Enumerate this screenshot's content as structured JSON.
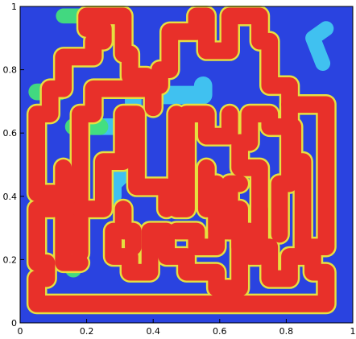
{
  "chart_data": {
    "type": "heatmap",
    "title": "",
    "xlabel": "",
    "ylabel": "",
    "xlim": [
      0,
      1
    ],
    "ylim": [
      0,
      1
    ],
    "x_ticks": [
      {
        "value": 0,
        "label": "0"
      },
      {
        "value": 0.2,
        "label": "0.2"
      },
      {
        "value": 0.4,
        "label": "0.4"
      },
      {
        "value": 0.6,
        "label": "0.6"
      },
      {
        "value": 0.8,
        "label": "0.8"
      },
      {
        "value": 1,
        "label": "1"
      }
    ],
    "y_ticks": [
      {
        "value": 0,
        "label": "0"
      },
      {
        "value": 0.2,
        "label": "0.2"
      },
      {
        "value": 0.4,
        "label": "0.4"
      },
      {
        "value": 0.6,
        "label": "0.6"
      },
      {
        "value": 0.8,
        "label": "0.8"
      },
      {
        "value": 1,
        "label": "1"
      }
    ],
    "grid": false,
    "legend": "none",
    "colormap": {
      "background": "#2a43e0",
      "low": "#3b6ff0",
      "mid_low": "#41c8f0",
      "mid": "#43e07a",
      "mid_high": "#e6e040",
      "high": "#e8302a"
    },
    "high_channel": {
      "value": 1.0,
      "color": "#e8302a",
      "width": 0.05,
      "path": [
        [
          0.05,
          0.06
        ],
        [
          0.05,
          0.14
        ],
        [
          0.08,
          0.14
        ],
        [
          0.08,
          0.19
        ],
        [
          0.05,
          0.19
        ],
        [
          0.05,
          0.36
        ],
        [
          0.1,
          0.36
        ],
        [
          0.1,
          0.41
        ],
        [
          0.05,
          0.41
        ],
        [
          0.05,
          0.66
        ],
        [
          0.09,
          0.66
        ],
        [
          0.09,
          0.74
        ],
        [
          0.13,
          0.74
        ],
        [
          0.13,
          0.84
        ],
        [
          0.22,
          0.84
        ],
        [
          0.22,
          0.89
        ],
        [
          0.25,
          0.89
        ],
        [
          0.25,
          0.93
        ],
        [
          0.2,
          0.93
        ],
        [
          0.2,
          0.97
        ],
        [
          0.31,
          0.97
        ],
        [
          0.31,
          0.85
        ],
        [
          0.33,
          0.85
        ],
        [
          0.33,
          0.78
        ],
        [
          0.38,
          0.78
        ],
        [
          0.38,
          0.75
        ],
        [
          0.42,
          0.75
        ],
        [
          0.42,
          0.8
        ],
        [
          0.45,
          0.8
        ],
        [
          0.45,
          0.92
        ],
        [
          0.53,
          0.92
        ],
        [
          0.53,
          0.97
        ],
        [
          0.56,
          0.97
        ],
        [
          0.56,
          0.86
        ],
        [
          0.63,
          0.86
        ],
        [
          0.63,
          0.97
        ],
        [
          0.72,
          0.97
        ],
        [
          0.72,
          0.89
        ],
        [
          0.75,
          0.89
        ],
        [
          0.75,
          0.75
        ],
        [
          0.81,
          0.75
        ],
        [
          0.81,
          0.69
        ],
        [
          0.92,
          0.69
        ],
        [
          0.92,
          0.24
        ],
        [
          0.85,
          0.24
        ],
        [
          0.85,
          0.51
        ],
        [
          0.82,
          0.51
        ],
        [
          0.82,
          0.62
        ],
        [
          0.75,
          0.62
        ],
        [
          0.75,
          0.66
        ],
        [
          0.69,
          0.66
        ],
        [
          0.69,
          0.57
        ],
        [
          0.66,
          0.57
        ],
        [
          0.66,
          0.49
        ],
        [
          0.72,
          0.49
        ],
        [
          0.72,
          0.24
        ],
        [
          0.75,
          0.24
        ],
        [
          0.75,
          0.14
        ],
        [
          0.81,
          0.14
        ],
        [
          0.81,
          0.21
        ],
        [
          0.88,
          0.21
        ],
        [
          0.88,
          0.16
        ],
        [
          0.92,
          0.16
        ],
        [
          0.92,
          0.06
        ],
        [
          0.05,
          0.06
        ]
      ]
    },
    "high_branches": [
      [
        [
          0.18,
          0.22
        ],
        [
          0.18,
          0.66
        ],
        [
          0.22,
          0.66
        ],
        [
          0.22,
          0.74
        ],
        [
          0.4,
          0.74
        ],
        [
          0.4,
          0.68
        ]
      ],
      [
        [
          0.18,
          0.36
        ],
        [
          0.25,
          0.36
        ],
        [
          0.25,
          0.51
        ],
        [
          0.31,
          0.51
        ],
        [
          0.31,
          0.66
        ],
        [
          0.35,
          0.66
        ],
        [
          0.35,
          0.43
        ],
        [
          0.44,
          0.43
        ],
        [
          0.44,
          0.36
        ]
      ],
      [
        [
          0.47,
          0.66
        ],
        [
          0.47,
          0.36
        ],
        [
          0.5,
          0.36
        ],
        [
          0.5,
          0.66
        ],
        [
          0.56,
          0.66
        ],
        [
          0.56,
          0.59
        ],
        [
          0.63,
          0.59
        ],
        [
          0.63,
          0.66
        ]
      ],
      [
        [
          0.28,
          0.29
        ],
        [
          0.28,
          0.21
        ],
        [
          0.33,
          0.21
        ],
        [
          0.33,
          0.16
        ],
        [
          0.39,
          0.16
        ],
        [
          0.39,
          0.29
        ],
        [
          0.44,
          0.29
        ],
        [
          0.44,
          0.21
        ],
        [
          0.5,
          0.21
        ],
        [
          0.5,
          0.16
        ],
        [
          0.59,
          0.16
        ],
        [
          0.59,
          0.11
        ],
        [
          0.66,
          0.11
        ],
        [
          0.66,
          0.29
        ],
        [
          0.59,
          0.29
        ],
        [
          0.59,
          0.36
        ],
        [
          0.59,
          0.44
        ]
      ],
      [
        [
          0.31,
          0.36
        ],
        [
          0.31,
          0.29
        ],
        [
          0.34,
          0.29
        ],
        [
          0.34,
          0.24
        ]
      ],
      [
        [
          0.56,
          0.49
        ],
        [
          0.56,
          0.36
        ],
        [
          0.59,
          0.36
        ],
        [
          0.59,
          0.24
        ],
        [
          0.53,
          0.24
        ],
        [
          0.53,
          0.29
        ],
        [
          0.47,
          0.29
        ]
      ],
      [
        [
          0.66,
          0.44
        ],
        [
          0.63,
          0.44
        ],
        [
          0.63,
          0.29
        ],
        [
          0.69,
          0.29
        ],
        [
          0.69,
          0.21
        ],
        [
          0.72,
          0.21
        ],
        [
          0.72,
          0.36
        ]
      ],
      [
        [
          0.81,
          0.69
        ],
        [
          0.81,
          0.44
        ],
        [
          0.78,
          0.44
        ],
        [
          0.78,
          0.28
        ]
      ],
      [
        [
          0.66,
          0.36
        ],
        [
          0.66,
          0.24
        ]
      ],
      [
        [
          0.13,
          0.49
        ],
        [
          0.13,
          0.19
        ],
        [
          0.18,
          0.19
        ]
      ]
    ],
    "mid_regions": [
      {
        "value": 0.35,
        "color": "#41c8f0",
        "path": [
          [
            0.4,
            0.72
          ],
          [
            0.55,
            0.72
          ],
          [
            0.55,
            0.75
          ]
        ],
        "width": 0.055
      },
      {
        "value": 0.35,
        "color": "#41c8f0",
        "path": [
          [
            0.34,
            0.71
          ],
          [
            0.34,
            0.5
          ],
          [
            0.28,
            0.44
          ],
          [
            0.28,
            0.4
          ]
        ],
        "width": 0.05
      },
      {
        "value": 0.35,
        "color": "#41c8f0",
        "path": [
          [
            0.22,
            0.62
          ],
          [
            0.31,
            0.62
          ]
        ],
        "width": 0.05
      },
      {
        "value": 0.35,
        "color": "#41c8f0",
        "path": [
          [
            0.91,
            0.82
          ],
          [
            0.88,
            0.9
          ],
          [
            0.92,
            0.93
          ]
        ],
        "width": 0.045
      },
      {
        "value": 0.55,
        "color": "#43e07a",
        "path": [
          [
            0.13,
            0.97
          ],
          [
            0.21,
            0.97
          ]
        ],
        "width": 0.045
      },
      {
        "value": 0.55,
        "color": "#43e07a",
        "path": [
          [
            0.05,
            0.73
          ],
          [
            0.12,
            0.73
          ]
        ],
        "width": 0.05
      },
      {
        "value": 0.55,
        "color": "#43e07a",
        "path": [
          [
            0.16,
            0.62
          ],
          [
            0.24,
            0.62
          ]
        ],
        "width": 0.05
      },
      {
        "value": 0.55,
        "color": "#43e07a",
        "path": [
          [
            0.16,
            0.26
          ],
          [
            0.16,
            0.17
          ]
        ],
        "width": 0.05
      },
      {
        "value": 0.55,
        "color": "#43e07a",
        "path": [
          [
            0.72,
            0.37
          ],
          [
            0.72,
            0.29
          ]
        ],
        "width": 0.05
      },
      {
        "value": 0.55,
        "color": "#43e07a",
        "path": [
          [
            0.11,
            0.06
          ],
          [
            0.2,
            0.06
          ]
        ],
        "width": 0.05
      },
      {
        "value": 0.55,
        "color": "#43e07a",
        "path": [
          [
            0.81,
            0.06
          ],
          [
            0.88,
            0.06
          ]
        ],
        "width": 0.05
      },
      {
        "value": 0.35,
        "color": "#41c8f0",
        "path": [
          [
            0.2,
            0.06
          ],
          [
            0.3,
            0.06
          ]
        ],
        "width": 0.045
      },
      {
        "value": 0.35,
        "color": "#41c8f0",
        "path": [
          [
            0.78,
            0.06
          ],
          [
            0.82,
            0.06
          ]
        ],
        "width": 0.045
      }
    ]
  }
}
